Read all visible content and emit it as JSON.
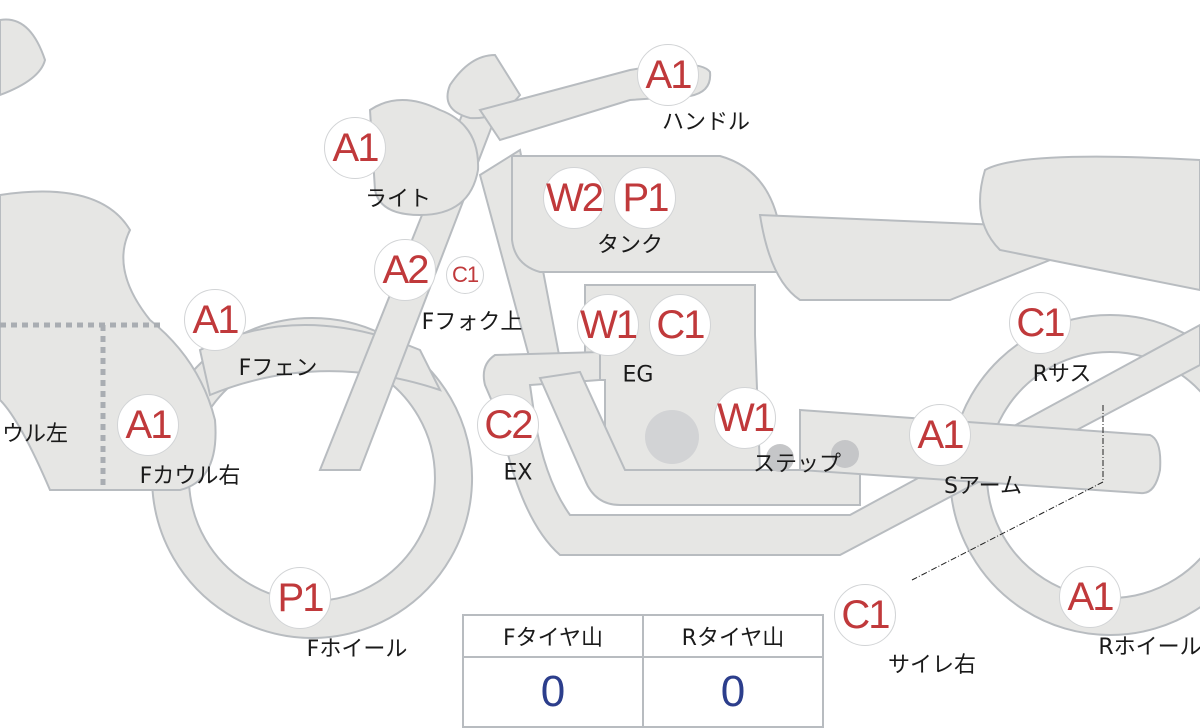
{
  "colors": {
    "part_fill": "#e6e6e4",
    "part_stroke": "#b8bcc0",
    "grade": "#c0393b",
    "tire_value": "#2c3e8c"
  },
  "parts": {
    "handle": {
      "grade": "A1",
      "label": "ハンドル"
    },
    "light": {
      "grade": "A1",
      "label": "ライト"
    },
    "tank": {
      "grade1": "W2",
      "grade2": "P1",
      "label": "タンク"
    },
    "fork_top": {
      "grade1": "A2",
      "grade2": "C1",
      "label": "Fフォク上"
    },
    "f_fender": {
      "grade": "A1",
      "label": "Fフェン"
    },
    "engine": {
      "grade1": "W1",
      "grade2": "C1",
      "label": "EG"
    },
    "exhaust": {
      "grade": "C2",
      "label": "EX"
    },
    "step": {
      "grade": "W1",
      "label": "ステップ"
    },
    "swing_arm": {
      "grade": "A1",
      "label": "Sアーム"
    },
    "r_suspension": {
      "grade": "C1",
      "label": "Rサス"
    },
    "f_cowl_right": {
      "grade": "A1",
      "label": "Fカウル右"
    },
    "f_cowl_left": {
      "label": "ウル左"
    },
    "f_wheel": {
      "grade": "P1",
      "label": "Fホイール"
    },
    "silencer_right": {
      "grade": "C1",
      "label": "サイレ右"
    },
    "r_wheel": {
      "grade": "A1",
      "label": "Rホイール"
    }
  },
  "tires": {
    "front_label": "Fタイヤ山",
    "front_value": "0",
    "rear_label": "Rタイヤ山",
    "rear_value": "0"
  }
}
